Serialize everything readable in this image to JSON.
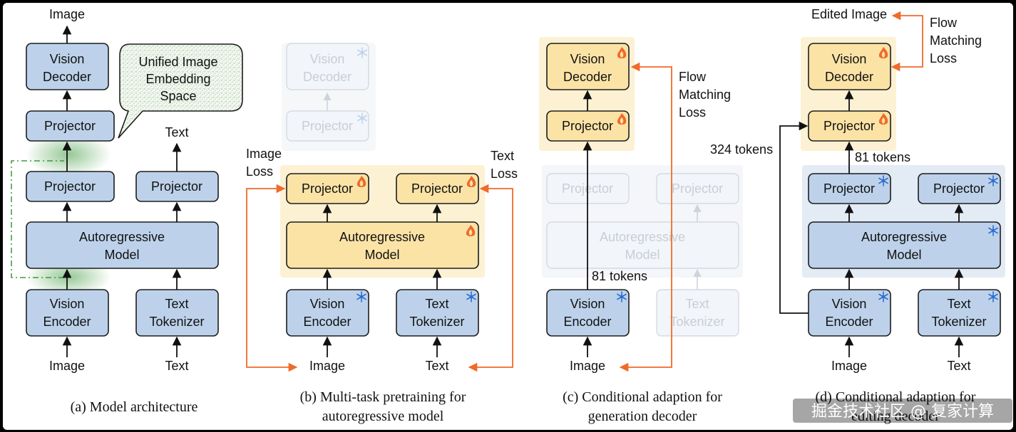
{
  "panel_a": {
    "vision_decoder": [
      "Vision",
      "Decoder"
    ],
    "projector_top": "Projector",
    "projector_img": "Projector",
    "projector_txt": "Projector",
    "ar_model": [
      "Autoregressive",
      "Model"
    ],
    "vision_encoder": [
      "Vision",
      "Encoder"
    ],
    "text_tokenizer": [
      "Text",
      "Tokenizer"
    ],
    "out_image": "Image",
    "out_text": "Text",
    "in_image": "Image",
    "in_text": "Text",
    "bubble": [
      "Unified Image",
      "Embedding",
      "Space"
    ],
    "caption": [
      "(a) Model architecture"
    ]
  },
  "panel_b": {
    "vision_decoder": [
      "Vision",
      "Decoder"
    ],
    "projector_top": "Projector",
    "projector_img": "Projector",
    "projector_txt": "Projector",
    "ar_model": [
      "Autoregressive",
      "Model"
    ],
    "vision_encoder": [
      "Vision",
      "Encoder"
    ],
    "text_tokenizer": [
      "Text",
      "Tokenizer"
    ],
    "image_loss": [
      "Image",
      "Loss"
    ],
    "text_loss": [
      "Text",
      "Loss"
    ],
    "in_image": "Image",
    "in_text": "Text",
    "caption": [
      "(b) Multi-task pretraining for",
      "autoregressive model"
    ]
  },
  "panel_c": {
    "vision_decoder": [
      "Vision",
      "Decoder"
    ],
    "projector_top": "Projector",
    "projector_img": "Projector",
    "projector_txt": "Projector",
    "ar_model": [
      "Autoregressive",
      "Model"
    ],
    "vision_encoder": [
      "Vision",
      "Encoder"
    ],
    "text_tokenizer": [
      "Text",
      "Tokenizer"
    ],
    "tokens": "81 tokens",
    "loss": [
      "Flow",
      "Matching",
      "Loss"
    ],
    "in_image": "Image",
    "caption": [
      "(c) Conditional adaption for",
      "generation decoder"
    ]
  },
  "panel_d": {
    "vision_decoder": [
      "Vision",
      "Decoder"
    ],
    "projector_top": "Projector",
    "projector_img": "Projector",
    "projector_txt": "Projector",
    "ar_model": [
      "Autoregressive",
      "Model"
    ],
    "vision_encoder": [
      "Vision",
      "Encoder"
    ],
    "text_tokenizer": [
      "Text",
      "Tokenizer"
    ],
    "tokens_81": "81 tokens",
    "tokens_324": "324 tokens",
    "edited_image": "Edited Image",
    "loss": [
      "Flow",
      "Matching",
      "Loss"
    ],
    "in_image": "Image",
    "in_text": "Text",
    "caption": [
      "(d) Conditional adaption for",
      "editing decoder"
    ]
  },
  "watermark": "掘金技术社区 @ 复家计算",
  "colors": {
    "blue_box": "#bdd2ea",
    "blue_stroke": "#1d1d1d",
    "yellow_box": "#fbe3a6",
    "yellow_bg": "#fdf1d3",
    "blue_bg": "#e3ebf5",
    "orange": "#f06a2a",
    "green": "#3d9a3d"
  },
  "icons": {
    "trainable": "fire-icon",
    "frozen": "snowflake-icon"
  }
}
